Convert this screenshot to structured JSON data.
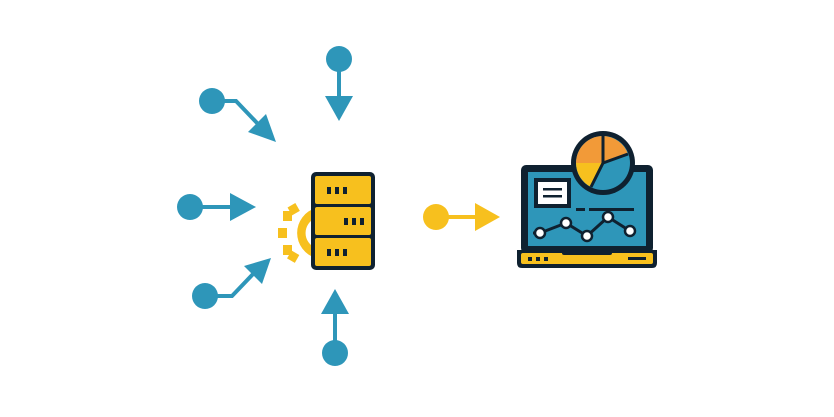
{
  "diagram": {
    "colors": {
      "background": "#ffffff",
      "input_blue": "#2e96b9",
      "server_yellow": "#f7c01e",
      "outline_dark": "#0f2130",
      "arrow_yellow": "#f7c01e",
      "screen_blue": "#2e96b9",
      "pie_orange": "#f29a38"
    },
    "inputs": [
      {
        "id": "input-top",
        "direction": "down"
      },
      {
        "id": "input-upper-left",
        "direction": "down-right"
      },
      {
        "id": "input-left",
        "direction": "right"
      },
      {
        "id": "input-lower-left",
        "direction": "up-right"
      },
      {
        "id": "input-bottom",
        "direction": "up"
      }
    ],
    "nodes": {
      "source": {
        "icon": "server-gear-icon"
      },
      "output_arrow": {
        "icon": "arrow-right-icon"
      },
      "destination": {
        "icon": "laptop-analytics-icon"
      }
    }
  }
}
